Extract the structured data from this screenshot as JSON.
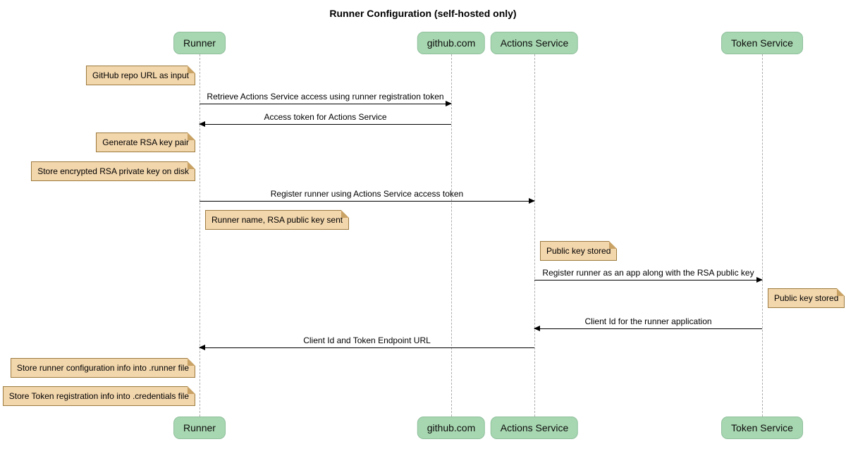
{
  "title": "Runner Configuration (self-hosted only)",
  "participants": [
    {
      "label": "Runner"
    },
    {
      "label": "github.com"
    },
    {
      "label": "Actions Service"
    },
    {
      "label": "Token Service"
    }
  ],
  "notes": [
    {
      "text": "GitHub repo URL as input",
      "anchor": "left of Runner"
    },
    {
      "text": "Generate RSA key pair",
      "anchor": "left of Runner"
    },
    {
      "text": "Store encrypted RSA private key on disk",
      "anchor": "left of Runner"
    },
    {
      "text": "Runner name, RSA public key sent",
      "anchor": "right of Runner"
    },
    {
      "text": "Public key stored",
      "anchor": "right of Actions Service"
    },
    {
      "text": "Public key stored",
      "anchor": "right of Token Service"
    },
    {
      "text": "Store runner configuration info into .runner file",
      "anchor": "left of Runner"
    },
    {
      "text": "Store Token registration info into .credentials file",
      "anchor": "left of Runner"
    }
  ],
  "messages": [
    {
      "text": "Retrieve Actions Service access using runner registration token",
      "from": "Runner",
      "to": "github.com"
    },
    {
      "text": "Access token for Actions Service",
      "from": "github.com",
      "to": "Runner"
    },
    {
      "text": "Register runner using Actions Service access token",
      "from": "Runner",
      "to": "Actions Service"
    },
    {
      "text": "Register runner as an app along with the RSA public key",
      "from": "Actions Service",
      "to": "Token Service"
    },
    {
      "text": "Client Id for the runner application",
      "from": "Token Service",
      "to": "Actions Service"
    },
    {
      "text": "Client Id and Token Endpoint URL",
      "from": "Actions Service",
      "to": "Runner"
    }
  ],
  "colors": {
    "participant_fill": "#A7D7B0",
    "participant_border": "#8FBF9C",
    "note_fill": "#F2D6AC",
    "note_border": "#9D7B3F",
    "note_fold": "#C9A265",
    "lifeline": "#ADADAD",
    "arrow": "#000000"
  }
}
